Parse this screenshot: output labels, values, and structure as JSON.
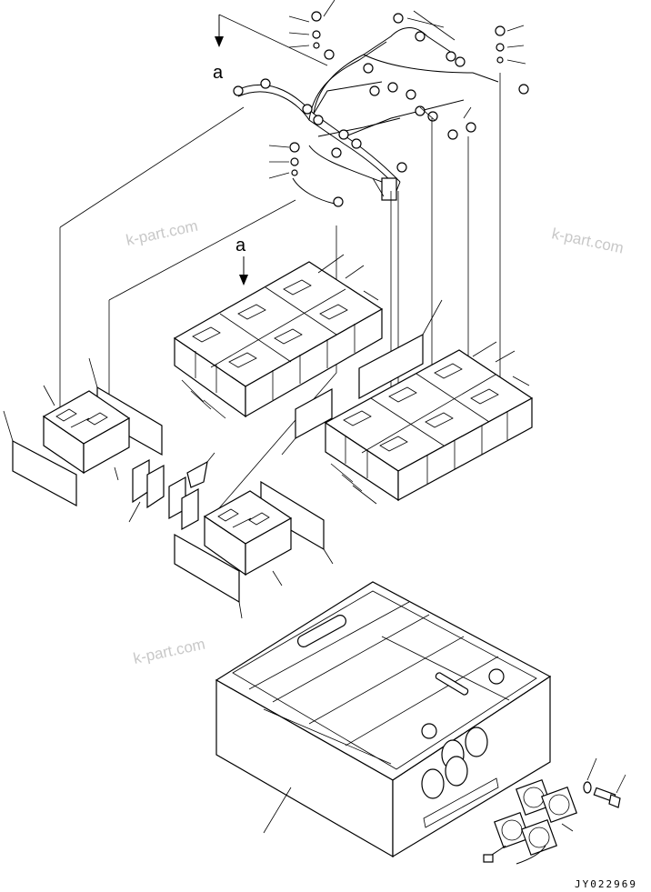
{
  "view_label_top": "a",
  "view_label_mid": "a",
  "watermarks": [
    "k-part.com",
    "k-part.com",
    "k-part.com",
    "k-part.com"
  ],
  "drawing_code": "JY022969"
}
